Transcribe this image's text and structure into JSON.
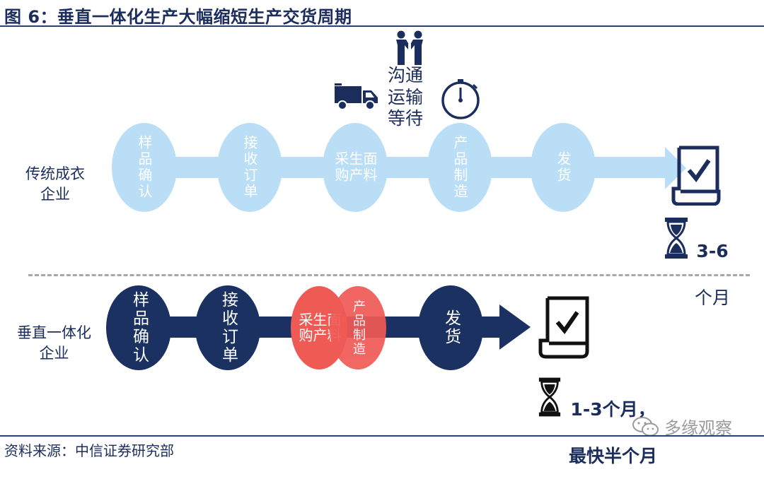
{
  "title": "图 6：垂直一体化生产大幅缩短生产交货周期",
  "source": "资料来源：中信证券研究部",
  "watermark": "多缘观察",
  "traditional": {
    "label": "传统成衣\n企业",
    "steps": [
      "样品确认",
      "接收订单",
      "面料生产采购",
      "产品制造",
      "发货"
    ],
    "issues": "沟通\n运输\n等待",
    "duration_value": "3-6",
    "duration_unit": "个月"
  },
  "vertical": {
    "label": "垂直一体化\n企业",
    "steps": [
      "样品确认",
      "接收订单",
      "面料生产采购",
      "产品制造",
      "发货"
    ],
    "duration_line1": "1-3个月，",
    "duration_line2": "最快半个月"
  },
  "colors": {
    "light_blue": "#b9def5",
    "navy": "#1a3161",
    "red": "#f05a55",
    "text": "#1b2d5c"
  },
  "icons": [
    "handshake-icon",
    "truck-icon",
    "clock-icon",
    "document-check-icon",
    "hourglass-icon",
    "wechat-icon"
  ]
}
